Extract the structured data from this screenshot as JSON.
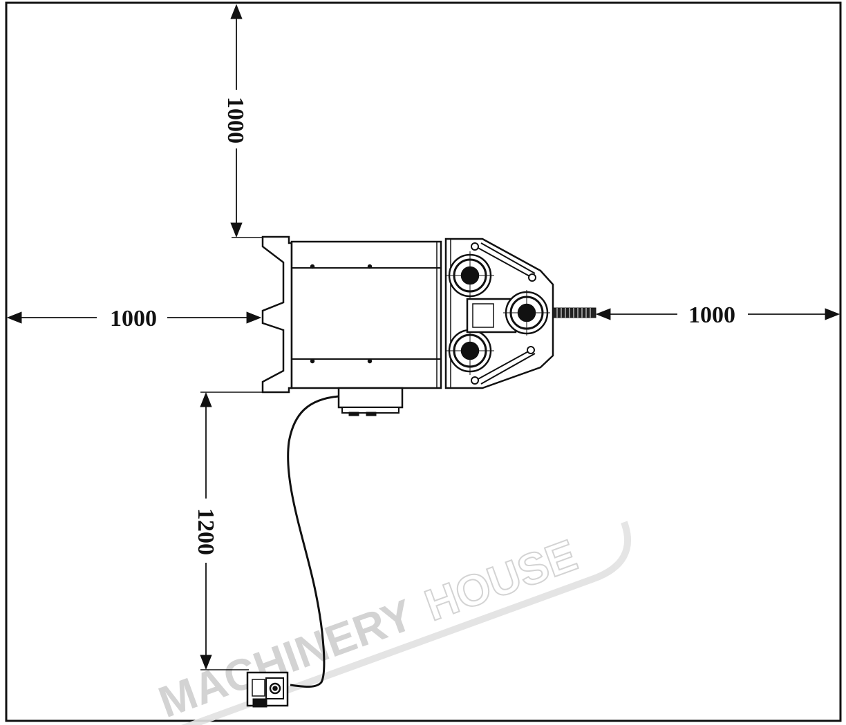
{
  "diagram": {
    "dimensions": {
      "top_clearance": "1000",
      "left_clearance": "1000",
      "right_clearance": "1000",
      "bottom_clearance": "1200"
    },
    "watermark": {
      "part1": "MACHINERY",
      "part2": "HOUSE"
    },
    "colors": {
      "ink": "#111111",
      "watermark": "#d9d9d9"
    }
  }
}
